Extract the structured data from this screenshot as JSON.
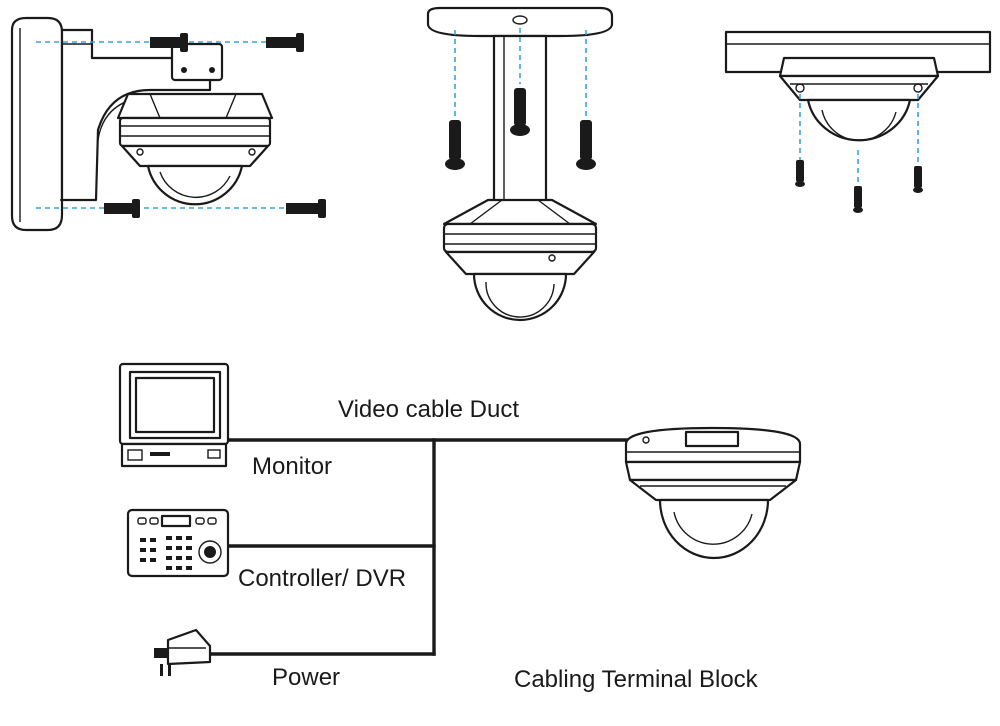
{
  "labels": {
    "video_cable_duct": "Video cable Duct",
    "monitor": "Monitor",
    "controller": "Controller/ DVR",
    "power": "Power",
    "cabling_terminal_block": "Cabling Terminal Block"
  },
  "icons": {
    "wall_mount": "wall-bracket-mount-icon",
    "pendant_mount": "pendant-pole-mount-icon",
    "ceiling_mount": "ceiling-flush-mount-icon",
    "monitor": "crt-monitor-icon",
    "controller": "ptz-keyboard-controller-icon",
    "power": "power-adapter-plug-icon",
    "dome_camera": "dome-camera-icon"
  }
}
